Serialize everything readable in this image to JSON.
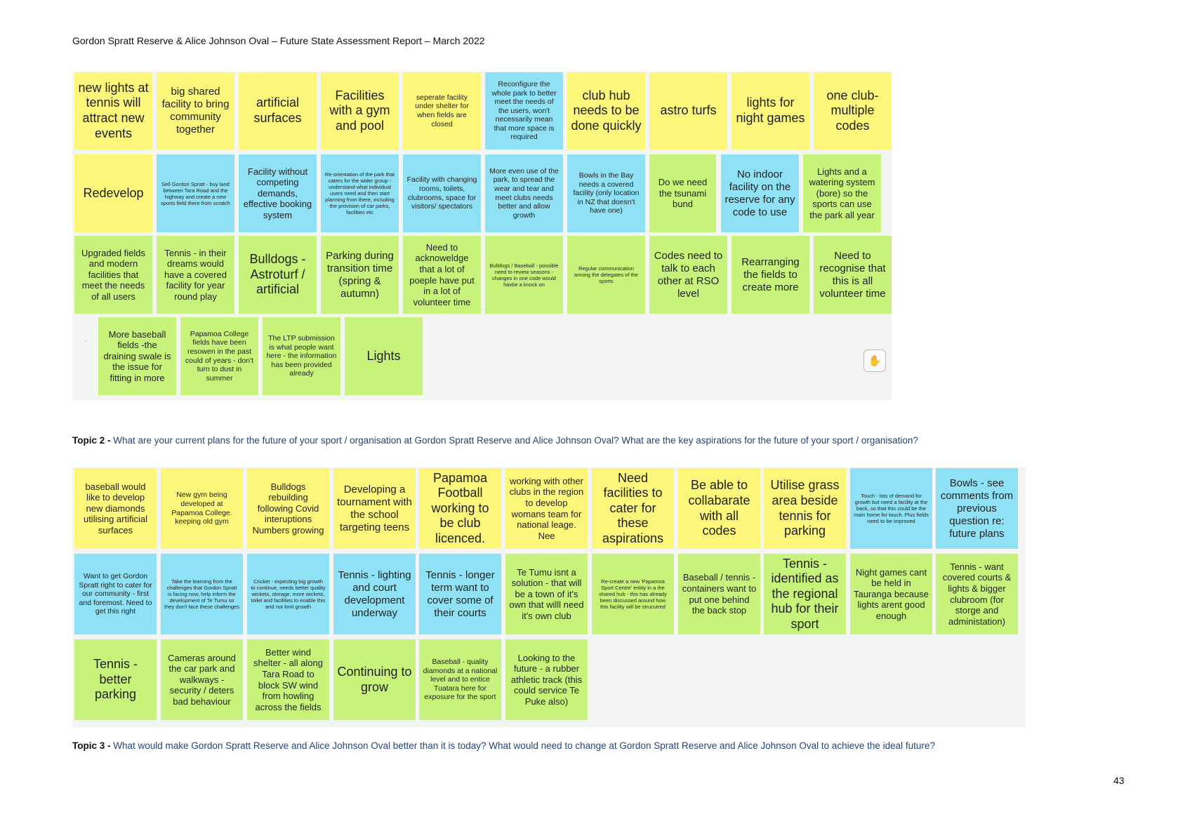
{
  "header": "Gordon Spratt Reserve & Alice Johnson Oval – Future State Assessment Report – March 2022",
  "board1": {
    "row1": [
      {
        "text": "new lights at tennis will attract new events",
        "color": "yellow",
        "size": 4
      },
      {
        "text": "big shared facility to bring community together",
        "color": "yellow",
        "size": 3
      },
      {
        "text": "artificial surfaces",
        "color": "yellow",
        "size": 4
      },
      {
        "text": "Facilities with a gym and pool",
        "color": "yellow",
        "size": 4
      },
      {
        "text": "seperate facility under shelter for when fields are closed",
        "color": "yellow",
        "size": 1
      },
      {
        "text": "Reconfigure the whole park to better meet the needs of the users, won't necessarily mean that more space is required",
        "color": "blue",
        "size": 1
      },
      {
        "text": "club hub needs to be done quickly",
        "color": "yellow",
        "size": 4
      },
      {
        "text": "astro turfs",
        "color": "yellow",
        "size": 4
      },
      {
        "text": "lights for night games",
        "color": "yellow",
        "size": 4
      },
      {
        "text": "one club- multiple codes",
        "color": "yellow",
        "size": 4
      }
    ],
    "row2": [
      {
        "text": "Redevelop",
        "color": "yellow",
        "size": 4
      },
      {
        "text": "Sell Gordon Spratt - buy land between Tara Road and the highway and create a new sports field there from scratch",
        "color": "blue",
        "size": 0
      },
      {
        "text": "Facility without competing demands, effective booking system",
        "color": "blue",
        "size": 2
      },
      {
        "text": "Re-orientation of the park that caters for the wider group - understand what individual users need and then start planning from there, including the provision of car parks, facilities etc",
        "color": "blue",
        "size": 0
      },
      {
        "text": "Facility with changing rooms, toilets, clubrooms, space for visitors/ spectators",
        "color": "blue",
        "size": 1
      },
      {
        "text": "More even use of the park, to spread the wear and tear and meet clubs needs better and allow growth",
        "color": "blue",
        "size": 1
      },
      {
        "text": "Bowls in the Bay needs a covered facility (only location in NZ that doesn't have one)",
        "color": "blue",
        "size": 1
      },
      {
        "text": "Do we need the tsunami bund",
        "color": "green",
        "size": 2
      },
      {
        "text": "No indoor facility on the reserve for any code to use",
        "color": "blue",
        "size": 3
      },
      {
        "text": "Lights and a watering system (bore) so the sports can use the park all year",
        "color": "green",
        "size": 2
      }
    ],
    "row3": [
      {
        "text": "Upgraded fields and modern facilities that meet the needs of all users",
        "color": "green",
        "size": 2
      },
      {
        "text": "Tennis - in their dreams would have a covered facility for year round play",
        "color": "green",
        "size": 2
      },
      {
        "text": "Bulldogs - Astroturf / artificial",
        "color": "green",
        "size": 4
      },
      {
        "text": "Parking during transition time (spring & autumn)",
        "color": "green",
        "size": 3
      },
      {
        "text": "Need to acknoweldge that a lot of poeple have put in a lot of volunteer time",
        "color": "green",
        "size": 2
      },
      {
        "text": "Bulldogs / Baseball - possible need to review seasons - changes in one code would havbe a knock on",
        "color": "green",
        "size": 0
      },
      {
        "text": "Regular communication among the delegates of the sports",
        "color": "green",
        "size": 0
      },
      {
        "text": "Codes need to talk to each other at RSO level",
        "color": "green",
        "size": 3
      },
      {
        "text": "Rearranging the fields to create more",
        "color": "green",
        "size": 3
      },
      {
        "text": "Need to recognise that this is all volunteer time",
        "color": "green",
        "size": 3
      }
    ],
    "row4": [
      {
        "text": "More baseball fields -the draining swale is the issue for fitting in more",
        "color": "green",
        "size": 2
      },
      {
        "text": "Papamoa College fields have been resowen in the past could of years - don't turn to dust in summer",
        "color": "green",
        "size": 1
      },
      {
        "text": "The LTP submission is what people want here - the information has been provided already",
        "color": "green",
        "size": 1
      },
      {
        "text": "Lights",
        "color": "green",
        "size": 4
      }
    ]
  },
  "topic2": {
    "label": "Topic 2 - ",
    "text": "What are your current plans for the future of your sport / organisation at Gordon Spratt Reserve and Alice Johnson Oval? What are the key aspirations for the future of your sport / organisation?"
  },
  "board2": {
    "row1": [
      {
        "text": "baseball would like to develop new diamonds utilising artificial surfaces",
        "color": "yellow",
        "size": 2
      },
      {
        "text": "New gym being developed at Papamoa College. keeping old gym",
        "color": "yellow",
        "size": 1
      },
      {
        "text": "Bulldogs rebuilding following Covid interuptions Numbers growing",
        "color": "yellow",
        "size": 2
      },
      {
        "text": "Developing a tournament with the school targeting teens",
        "color": "yellow",
        "size": 3
      },
      {
        "text": "Papamoa Football working to be club licenced.",
        "color": "yellow",
        "size": 4
      },
      {
        "text": "working with other clubs in the region to develop womans team for national leage. Nee",
        "color": "yellow",
        "size": 2
      },
      {
        "text": "Need facilities to cater for these aspirations",
        "color": "yellow",
        "size": 4
      },
      {
        "text": "Be able to collabarate with all codes",
        "color": "yellow",
        "size": 4
      },
      {
        "text": "Utilise grass area beside tennis for parking",
        "color": "yellow",
        "size": 4
      },
      {
        "text": "Touch - lots of demand for growth but need a facility at the back, so that this could be the main home for touch. Plus fields need to be improved",
        "color": "blue",
        "size": 0
      },
      {
        "text": "Bowls - see comments from previous question re: future plans",
        "color": "blue",
        "size": 3
      }
    ],
    "row2": [
      {
        "text": "Want to get Gordon Spratt right to cater for our community - first and foremost. Need to get this right",
        "color": "blue",
        "size": 1
      },
      {
        "text": "Take the learning from the challenges that Gordon Spratt is facing now, help inform the development of Te Tumu so they don't face these challenges",
        "color": "blue",
        "size": 0
      },
      {
        "text": "Cricket - expecting big growth to continue, needs better quality wickets, storage, more wickets, toilet and facilities to enable this and not limit growth",
        "color": "blue",
        "size": 0
      },
      {
        "text": "Tennis - lighting and court development underway",
        "color": "blue",
        "size": 3
      },
      {
        "text": "Tennis - longer term want to cover some of their courts",
        "color": "blue",
        "size": 3
      },
      {
        "text": "Te Tumu isnt a solution - that will be a town of it's own that willl need it's own club",
        "color": "green",
        "size": 2
      },
      {
        "text": "Re-create a new 'Papamoa Sport Centre' entity in a the shared hub - this has already been discussed around how this facility will be strucutred",
        "color": "green",
        "size": 0
      },
      {
        "text": "Baseball / tennis - containers want to put one behind the back stop",
        "color": "green",
        "size": 2
      },
      {
        "text": "Tennis - identified as the regional hub for their sport",
        "color": "green",
        "size": 4
      },
      {
        "text": "Night games cant be held in Tauranga because lights arent good enough",
        "color": "green",
        "size": 2
      },
      {
        "text": "Tennis - want covered courts & lights & bigger clubroom (for storge and administation)",
        "color": "green",
        "size": 2
      }
    ],
    "row3": [
      {
        "text": "Tennis - better parking",
        "color": "green",
        "size": 4
      },
      {
        "text": "Cameras around the car park and walkways - security / deters bad behaviour",
        "color": "green",
        "size": 2
      },
      {
        "text": "Better wind shelter - all along Tara Road to block SW wind from howling across the fields",
        "color": "green",
        "size": 2
      },
      {
        "text": "Continuing to grow",
        "color": "green",
        "size": 4
      },
      {
        "text": "Baseball - quality diamonds at a national level and to entice Tuatara here for exposure for the sport",
        "color": "green",
        "size": 1
      },
      {
        "text": "Looking to the future - a rubber athletic track (this could service Te Puke also)",
        "color": "green",
        "size": 2
      }
    ]
  },
  "topic3": {
    "label": "Topic 3 - ",
    "text": "What would make Gordon Spratt Reserve and Alice Johnson Oval better than it is today? What would need to change at Gordon Spratt Reserve and Alice Johnson Oval to achieve the ideal future?"
  },
  "page_number": "43"
}
